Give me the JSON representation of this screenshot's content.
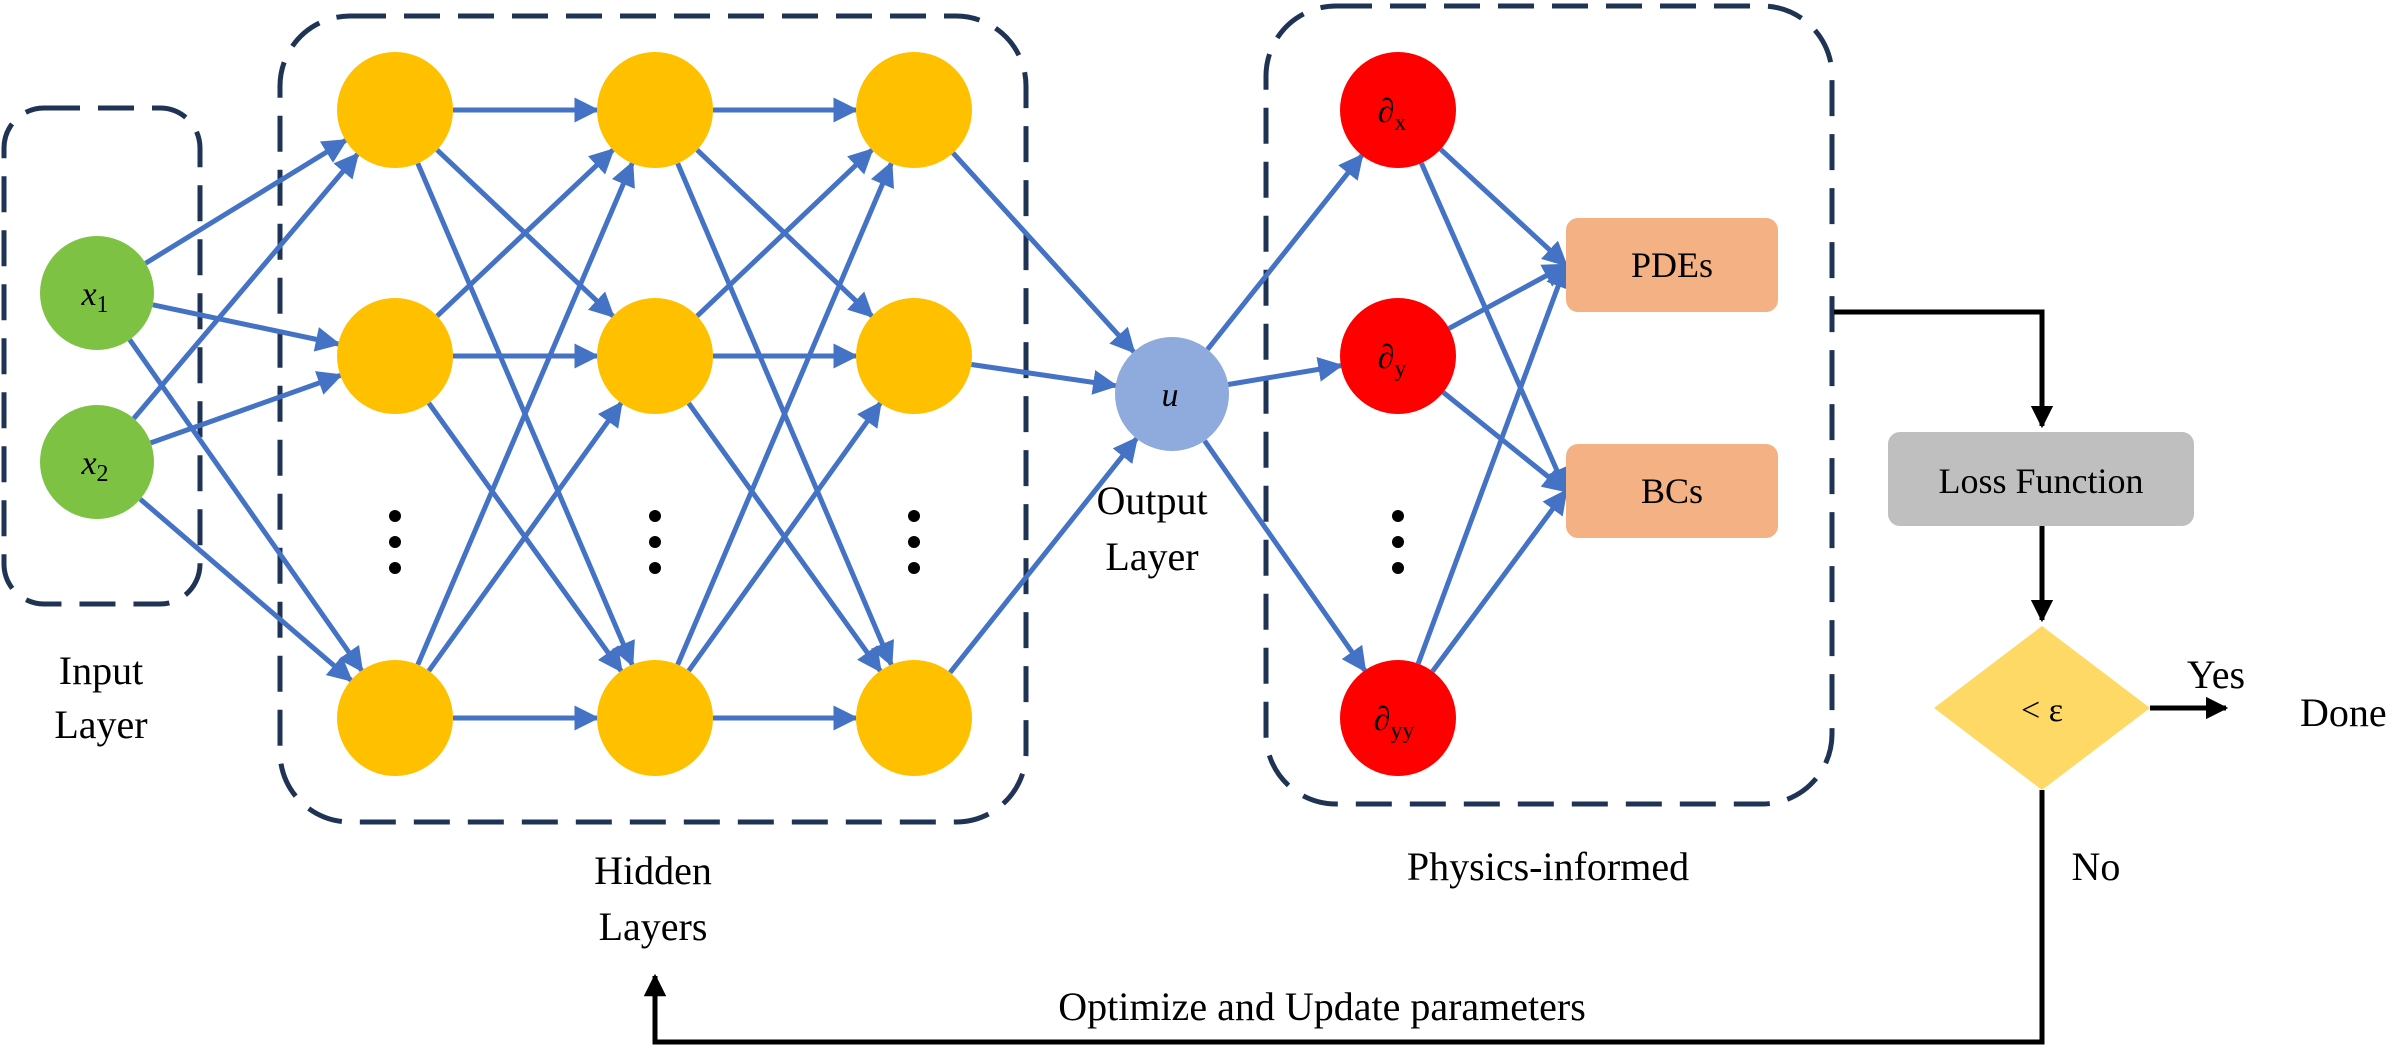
{
  "colors": {
    "input_node": "#7DC242",
    "hidden_node": "#FFC000",
    "output_node": "#8FAADC",
    "physics_node": "#FF0000",
    "pde_box": "#F4B183",
    "loss_box": "#BFBFBF",
    "decision": "#FFD966",
    "connection": "#4472C4",
    "dashed_border": "#1F3354"
  },
  "input": {
    "nodes": [
      {
        "name": "x",
        "sub": "1"
      },
      {
        "name": "x",
        "sub": "2"
      }
    ],
    "label_line1": "Input",
    "label_line2": "Layer"
  },
  "hidden": {
    "ellipsis": "⋮",
    "label_line1": "Hidden",
    "label_line2": "Layers"
  },
  "output": {
    "node_label": "u",
    "label_line1": "Output",
    "label_line2": "Layer"
  },
  "physics": {
    "nodes": [
      {
        "symbol": "∂",
        "sub": "x"
      },
      {
        "symbol": "∂",
        "sub": "y"
      },
      {
        "symbol": "∂",
        "sub": "yy"
      }
    ],
    "ellipsis": "⋮",
    "label": "Physics-informed"
  },
  "boxes": {
    "pdes": "PDEs",
    "bcs": "BCs",
    "loss": "Loss Function"
  },
  "decision": {
    "label": "< ε",
    "yes": "Yes",
    "no": "No",
    "done": "Done"
  },
  "feedback": {
    "label": "Optimize and Update parameters"
  }
}
